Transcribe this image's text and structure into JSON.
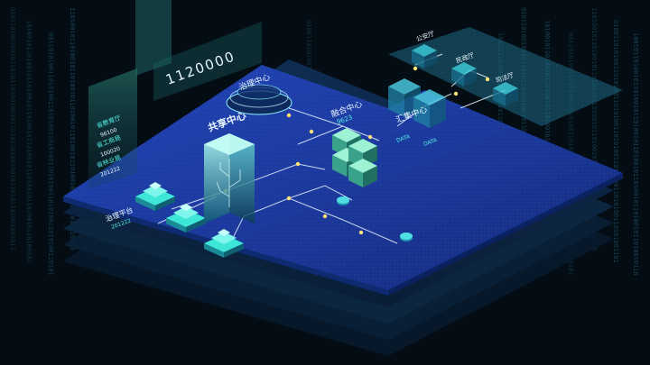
{
  "labels": {
    "shared_center": "共享中心",
    "governance_center": "治理中心",
    "fusion_center": "融合中心",
    "fusion_count": "9623",
    "aggregation_center": "汇集中心",
    "data_tag_1": "DATA",
    "data_tag_2": "DATA",
    "governance_platform": "治理平台",
    "governance_platform_count": "201222",
    "big_number": "1120000"
  },
  "departments": [
    {
      "name": "省教育厅",
      "count": "96100"
    },
    {
      "name": "省工商局",
      "count": "100020"
    },
    {
      "name": "省林业局",
      "count": "201222"
    }
  ],
  "agencies": [
    "公安厅",
    "民政厅",
    "司法厅"
  ],
  "binary": [
    "0101101001001011",
    "1010010110100101",
    "0011010100110101",
    "1101001011010010",
    "0100110101001101",
    "1001011010010110"
  ],
  "colors": {
    "background": "#040c14",
    "platform": "#1a3b9e",
    "accent": "#52f0e6",
    "node": "#ffe27a"
  }
}
